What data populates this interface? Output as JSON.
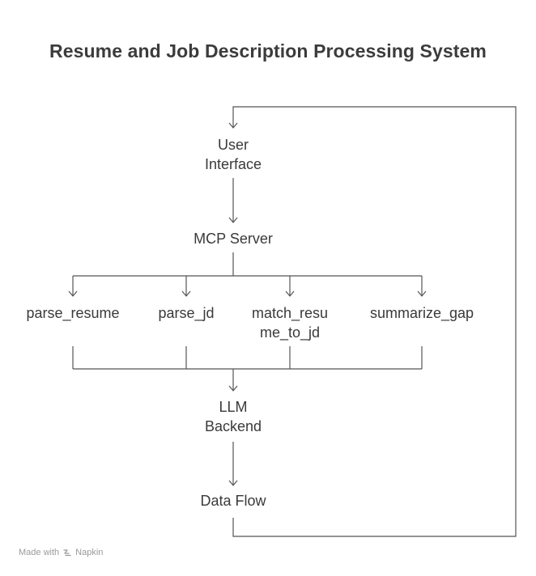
{
  "title": "Resume and Job Description Processing System",
  "nodes": {
    "user_interface": {
      "line1": "User",
      "line2": "Interface"
    },
    "mcp_server": {
      "line1": "MCP Server"
    },
    "parse_resume": {
      "line1": "parse_resume"
    },
    "parse_jd": {
      "line1": "parse_jd"
    },
    "match_resume_to_jd": {
      "line1": "match_resu",
      "line2": "me_to_jd"
    },
    "summarize_gap": {
      "line1": "summarize_gap"
    },
    "llm_backend": {
      "line1": "LLM",
      "line2": "Backend"
    },
    "data_flow": {
      "line1": "Data Flow"
    }
  },
  "edges": [
    {
      "from": "user_interface",
      "to": "mcp_server"
    },
    {
      "from": "mcp_server",
      "to": "parse_resume"
    },
    {
      "from": "mcp_server",
      "to": "parse_jd"
    },
    {
      "from": "mcp_server",
      "to": "match_resume_to_jd"
    },
    {
      "from": "mcp_server",
      "to": "summarize_gap"
    },
    {
      "from": "parse_resume",
      "to": "llm_backend"
    },
    {
      "from": "parse_jd",
      "to": "llm_backend"
    },
    {
      "from": "match_resume_to_jd",
      "to": "llm_backend"
    },
    {
      "from": "summarize_gap",
      "to": "llm_backend"
    },
    {
      "from": "llm_backend",
      "to": "data_flow"
    },
    {
      "from": "data_flow",
      "to": "user_interface"
    }
  ],
  "footer": {
    "made_with": "Made with",
    "brand": "Napkin",
    "brand_icon": "napkin-logo-icon"
  },
  "colors": {
    "line": "#555555",
    "text": "#3a3a3a",
    "footer": "#9a9a9a"
  }
}
